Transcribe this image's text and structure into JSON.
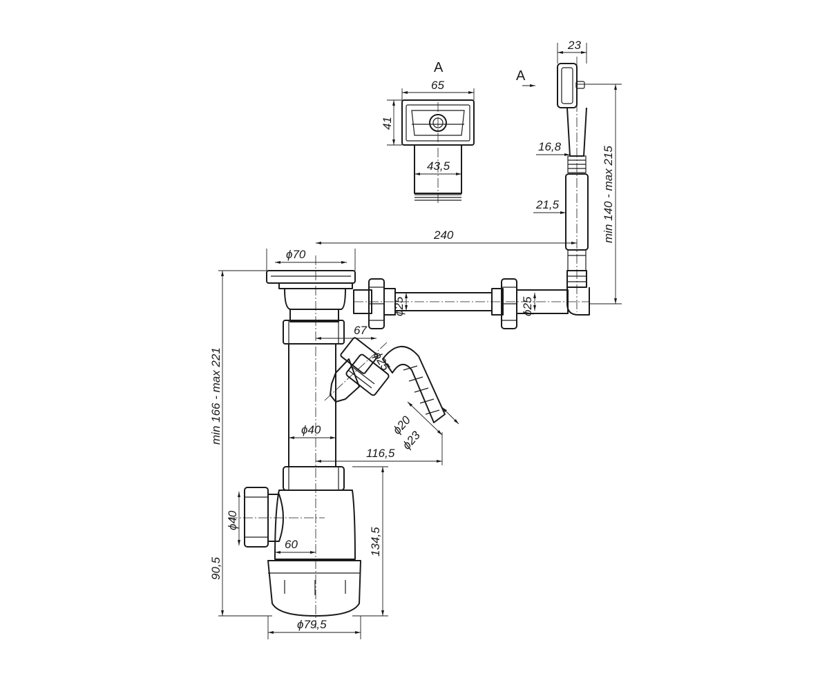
{
  "view_marker_top": "A",
  "view_marker_arrow": "A",
  "dimensions": {
    "width_23": "23",
    "width_65": "65",
    "height_41": "41",
    "diameter_43_5": "43,5",
    "diameter_16_8": "16,8",
    "diameter_21_5": "21,5",
    "height_range_140_215": "min 140 - max 215",
    "length_240": "240",
    "diameter_70": "ϕ70",
    "diameter_25_horizontal_1": "ϕ25",
    "diameter_25_horizontal_2": "ϕ25",
    "length_67": "67",
    "diameter_25_angled": "ϕ25",
    "diameter_20": "ϕ20",
    "diameter_23": "ϕ23",
    "height_range_166_221": "min 166 - max 221",
    "diameter_40_pipe": "ϕ40",
    "length_116_5": "116,5",
    "diameter_40_outlet": "ϕ40",
    "length_60": "60",
    "height_90_5": "90,5",
    "height_134_5": "134,5",
    "diameter_79_5": "ϕ79,5"
  }
}
